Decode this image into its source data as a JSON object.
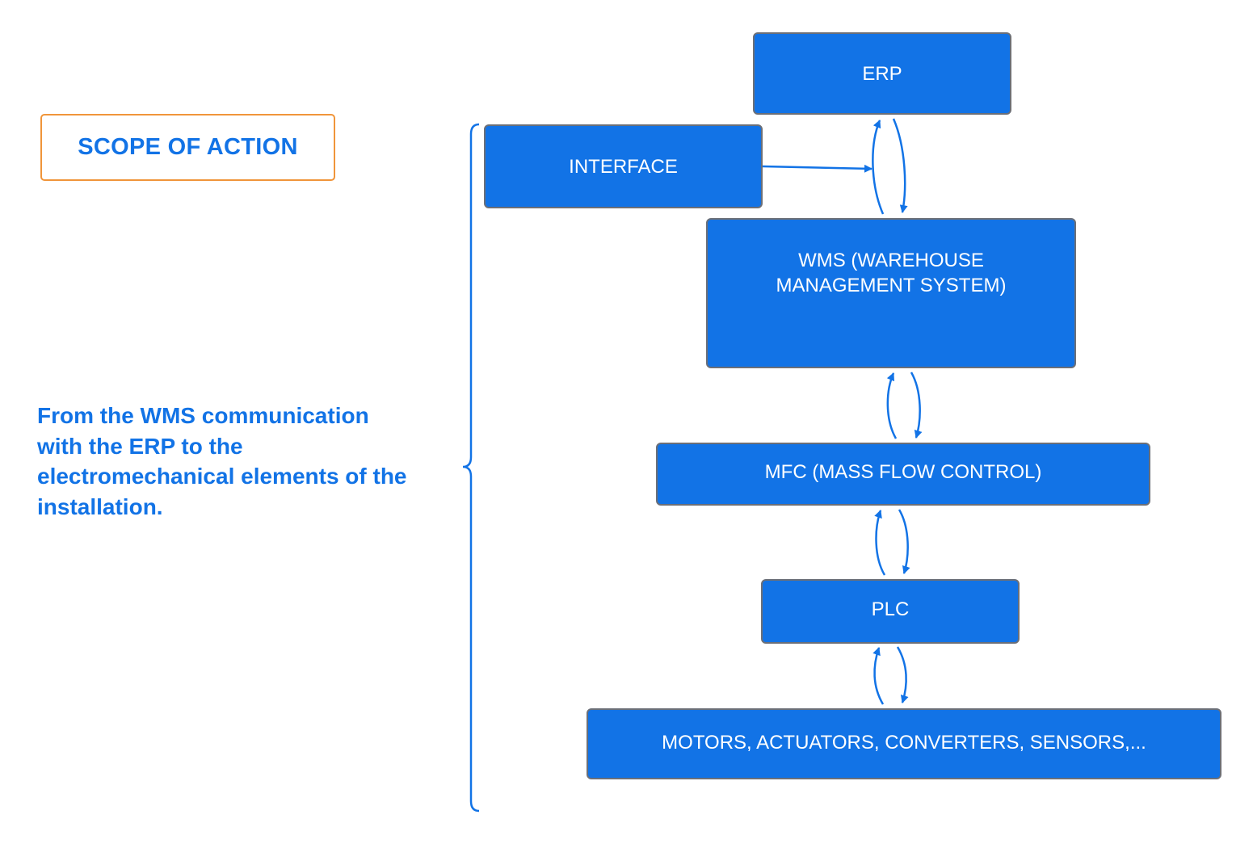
{
  "scope": {
    "label": "SCOPE OF ACTION"
  },
  "description": "From the WMS communication with the ERP to the electromechanical elements of the installation.",
  "nodes": {
    "erp": "ERP",
    "interface": "INTERFACE",
    "wms": "WMS (WAREHOUSE MANAGEMENT SYSTEM)",
    "mfc": "MFC (MASS FLOW CONTROL)",
    "plc": "PLC",
    "field": "MOTORS, ACTUATORS, CONVERTERS, SENSORS,..."
  },
  "colors": {
    "node_fill": "#1273e6",
    "node_border": "#6b6f78",
    "accent_text": "#1273e6",
    "scope_border": "#f0953a",
    "connector": "#1273e6"
  }
}
